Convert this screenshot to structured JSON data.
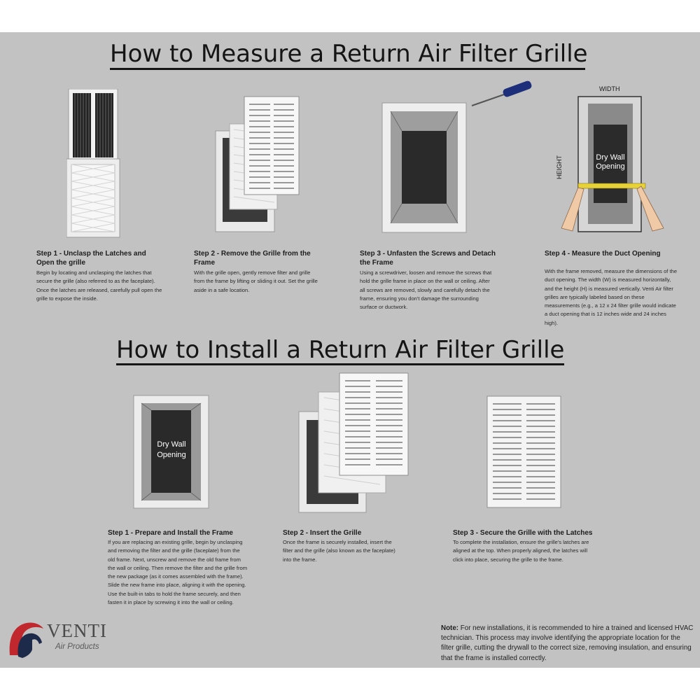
{
  "measure": {
    "heading": "How to Measure a Return Air Filter Grille",
    "steps": [
      {
        "title": "Step 1 - Unclasp the Latches and Open the grille",
        "body": "Begin by locating and unclasping the latches that secure the grille (also referred to as the faceplate). Once the latches are released, carefully pull open the grille to expose the inside."
      },
      {
        "title": "Step 2 - Remove the Grille from the Frame",
        "body": "With the grille open, gently remove filter and grille from the frame by lifting or sliding it out. Set the grille aside in a safe location."
      },
      {
        "title": "Step 3 - Unfasten the Screws and Detach the Frame",
        "body": "Using a screwdriver, loosen and remove the screws that hold the grille frame in place on the wall or ceiling. After all screws are removed, slowly and carefully detach the frame, ensuring you don't damage the surrounding surface or ductwork."
      },
      {
        "title": "Step 4 - Measure the Duct Opening",
        "body": "With the frame removed, measure the dimensions of the duct opening. The width (W) is measured horizontally, and the height (H) is measured vertically. Venti Air filter grilles are typically labeled based on these measurements (e.g., a 12 x 24 filter grille would indicate a duct opening that is 12 inches wide and 24 inches high)."
      }
    ],
    "diagram": {
      "width_label": "WIDTH",
      "height_label": "HEIGHT",
      "opening_line1": "Dry Wall",
      "opening_line2": "Opening"
    }
  },
  "install": {
    "heading": "How to Install a Return Air Filter Grille",
    "steps": [
      {
        "title": "Step 1 - Prepare and Install the Frame",
        "body": "If you are replacing an existing grille, begin by unclasping and removing the filter and the grille (faceplate) from the old frame. Next, unscrew and remove the old frame from the wall or ceiling. Then remove the filter and the grille from the new package (as it comes assembled with the frame). Slide the new frame into place, aligning it with the opening. Use the built-in tabs to hold the frame securely, and then fasten it in place by screwing it into the wall or ceiling."
      },
      {
        "title": "Step 2 - Insert the Grille",
        "body": "Once the frame is securely installed, insert the filter and the grille (also known as the faceplate) into the frame."
      },
      {
        "title": "Step 3 - Secure the Grille with the Latches",
        "body": "To complete the installation, ensure the grille's latches are aligned at the top. When properly aligned, the latches will click into place, securing the grille to the frame."
      }
    ],
    "opening_line1": "Dry Wall",
    "opening_line2": "Opening"
  },
  "note": {
    "label": "Note:",
    "text": " For new installations, it is recommended to hire a trained and licensed HVAC technician. This process may involve identifying the appropriate location for the filter grille, cutting the drywall to the correct size, removing insulation, and ensuring that the frame is installed correctly."
  },
  "brand": {
    "name": "VENTI",
    "tagline": "Air Products",
    "helmet_color": "#c0282d",
    "accent_dark": "#1e2a4a"
  },
  "colors": {
    "panel": "#c2c2c2",
    "grille": "#f4f4f4",
    "duct": "#2b2b2b",
    "tape": "#e8d23a"
  }
}
